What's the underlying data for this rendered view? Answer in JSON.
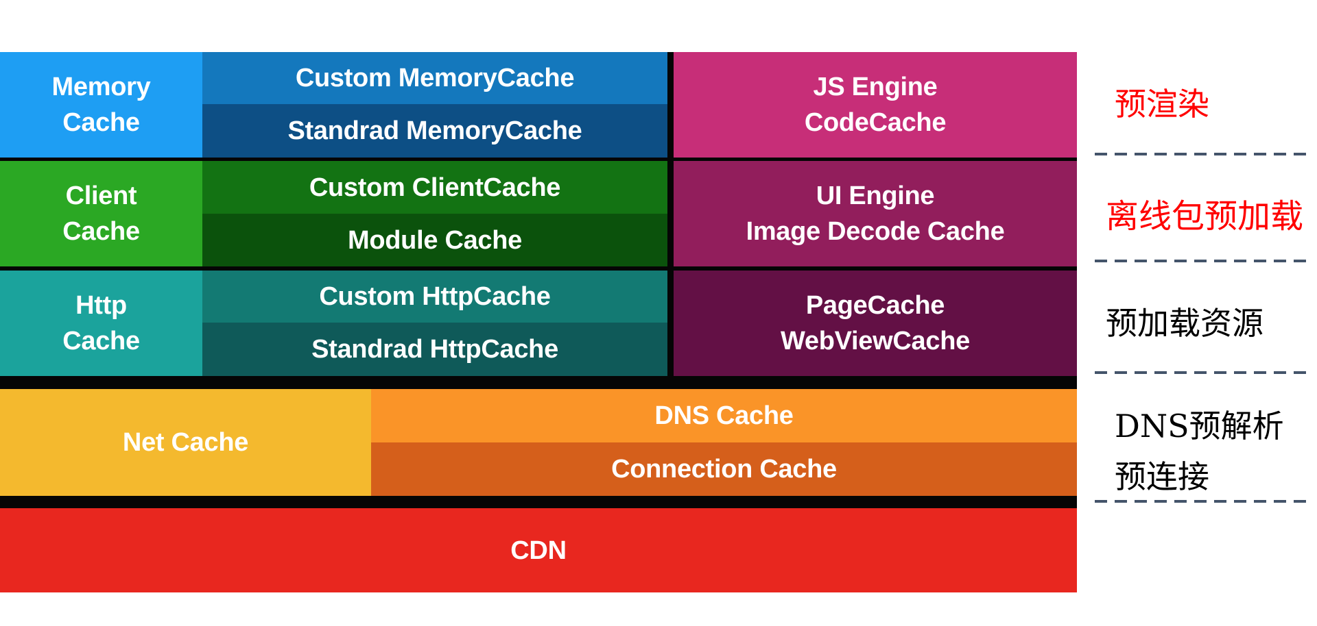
{
  "diagram": {
    "title": "",
    "layers": {
      "memory": {
        "label": "Memory\nCache",
        "color": "#1e9ef3",
        "items": [
          {
            "label": "Custom MemoryCache",
            "color": "#1478bd"
          },
          {
            "label": "Standrad MemoryCache",
            "color": "#0d4f85"
          }
        ]
      },
      "client": {
        "label": "Client\nCache",
        "color": "#2ba824",
        "items": [
          {
            "label": "Custom ClientCache",
            "color": "#137313"
          },
          {
            "label": "Module Cache",
            "color": "#0b520c"
          }
        ]
      },
      "http": {
        "label": "Http\nCache",
        "color": "#1ba39c",
        "items": [
          {
            "label": "Custom HttpCache",
            "color": "#137a73"
          },
          {
            "label": "Standrad HttpCache",
            "color": "#0f5a59"
          }
        ]
      },
      "engines": [
        {
          "label": "JS Engine\nCodeCache",
          "color": "#c72e78"
        },
        {
          "label": "UI Engine\nImage Decode Cache",
          "color": "#921e5c"
        },
        {
          "label": "PageCache\nWebViewCache",
          "color": "#631045"
        }
      ],
      "net": {
        "label": "Net Cache",
        "color": "#f4b92e",
        "items": [
          {
            "label": "DNS Cache",
            "color": "#fa9428"
          },
          {
            "label": "Connection Cache",
            "color": "#d55f1b"
          }
        ]
      },
      "cdn": {
        "label": "CDN",
        "color": "#e8271f"
      }
    },
    "annotations": [
      {
        "label": "预渲染",
        "color": "#ff0000"
      },
      {
        "label": "离线包预加载",
        "color": "#ff0000"
      },
      {
        "label": "预加载资源",
        "color": "#000000"
      },
      {
        "label": "DNS预解析",
        "color": "#000000"
      },
      {
        "label": "预连接",
        "color": "#000000"
      }
    ],
    "divider_color": "#44546a"
  }
}
